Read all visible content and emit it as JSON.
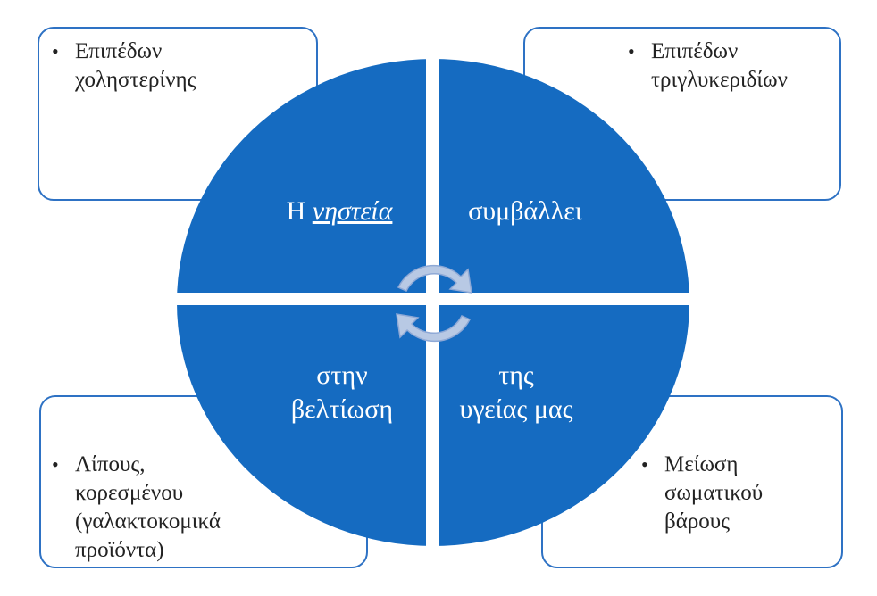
{
  "quadrants": {
    "top_left": {
      "prefix": "Η ",
      "emphasis": "νηστεία"
    },
    "top_right": {
      "text": "συμβάλλει"
    },
    "bottom_left": {
      "line1": "στην",
      "line2": "βελτίωση"
    },
    "bottom_right": {
      "line1": "της",
      "line2": "υγείας μας"
    }
  },
  "boxes": {
    "top_left": {
      "bullet": "•",
      "lines": [
        "Επιπέδων",
        "χοληστερίνης"
      ]
    },
    "top_right": {
      "bullet": "•",
      "lines": [
        "Επιπέδων",
        "τριγλυκεριδίων"
      ]
    },
    "bottom_left": {
      "bullet": "•",
      "lines": [
        "Λίπους,",
        "κορεσμένου",
        "(γαλακτοκομικά",
        "προϊόντα)"
      ]
    },
    "bottom_right": {
      "bullet": "•",
      "lines": [
        "Μείωση",
        "σωματικού",
        "βάρους"
      ]
    }
  },
  "colors": {
    "circle": "#156bc1",
    "box_border": "#2e72c4",
    "arrow": "#b8c9e4"
  },
  "icons": {
    "cycle": "circular-arrows-icon"
  }
}
